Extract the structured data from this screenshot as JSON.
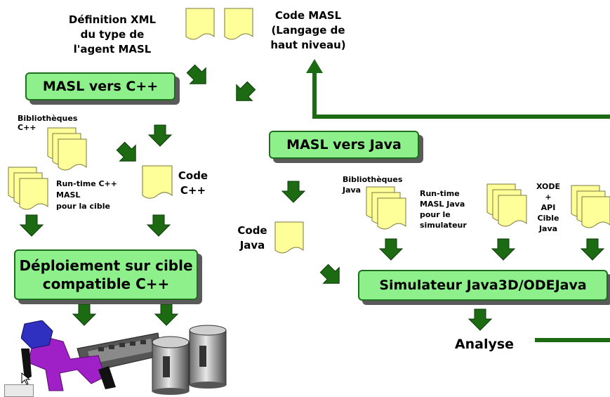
{
  "labels": {
    "xml_def": "Définition XML\ndu type de\nl'agent MASL",
    "masl_code": "Code MASL\n(Langage de\nhaut niveau)",
    "bib_cpp": "Bibliothèques\nC++",
    "runtime_cpp": "Run-time C++\nMASL\npour la cible",
    "code_cpp": "Code\nC++",
    "code_java": "Code\nJava",
    "bib_java": "Bibliothèques\nJava",
    "runtime_java": "Run-time\nMASL Java\npour le\nsimulateur",
    "xode": "XODE\n+\nAPI\nCible\nJava",
    "analyse": "Analyse"
  },
  "boxes": {
    "masl_cpp": "MASL vers C++",
    "masl_java": "MASL vers Java",
    "deploy": "Déploiement sur cible\ncompatible C++",
    "simulator": "Simulateur Java3D/ODEJava"
  },
  "colors": {
    "box_fill": "#8ef08a",
    "box_border": "#1f6e1f",
    "arrow": "#1c6b12",
    "doc_fill": "#ffff99",
    "shadow": "#5a5a5a",
    "robot_purple": "#a020c8",
    "robot_blue": "#3030c0"
  }
}
